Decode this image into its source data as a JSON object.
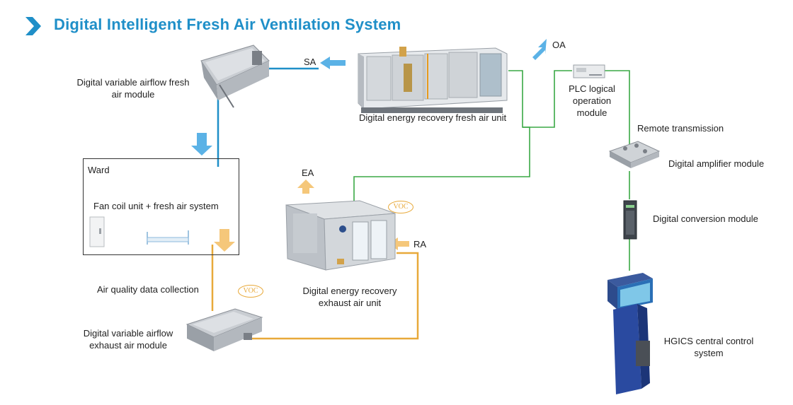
{
  "title": "Digital Intelligent Fresh Air Ventilation System",
  "labels": {
    "sa": "SA",
    "oa": "OA",
    "ea": "EA",
    "ra": "RA",
    "fresh_air_unit": "Digital energy recovery fresh air unit",
    "fresh_module_line1": "Digital variable airflow fresh",
    "fresh_module_line2": "air module",
    "plc_line1": "PLC logical",
    "plc_line2": "operation",
    "plc_line3": "module",
    "remote": "Remote transmission",
    "amplifier": "Digital amplifier module",
    "conversion": "Digital conversion module",
    "hgics_line1": "HGICS central control",
    "hgics_line2": "system",
    "ward": "Ward",
    "fcu": "Fan coil unit + fresh air system",
    "aq": "Air quality data collection",
    "exhaust_module_line1": "Digital variable airflow",
    "exhaust_module_line2": "exhaust air module",
    "exhaust_unit_line1": "Digital energy recovery",
    "exhaust_unit_line2": "exhaust air unit",
    "voc": "VOC"
  },
  "colors": {
    "title": "#1f8fc8",
    "supply_line": "#1f8fc8",
    "supply_arrow": "#5bb2e6",
    "signal_line": "#3aa845",
    "exhaust_line": "#e8a93a",
    "exhaust_arrow": "#f5c77a"
  }
}
